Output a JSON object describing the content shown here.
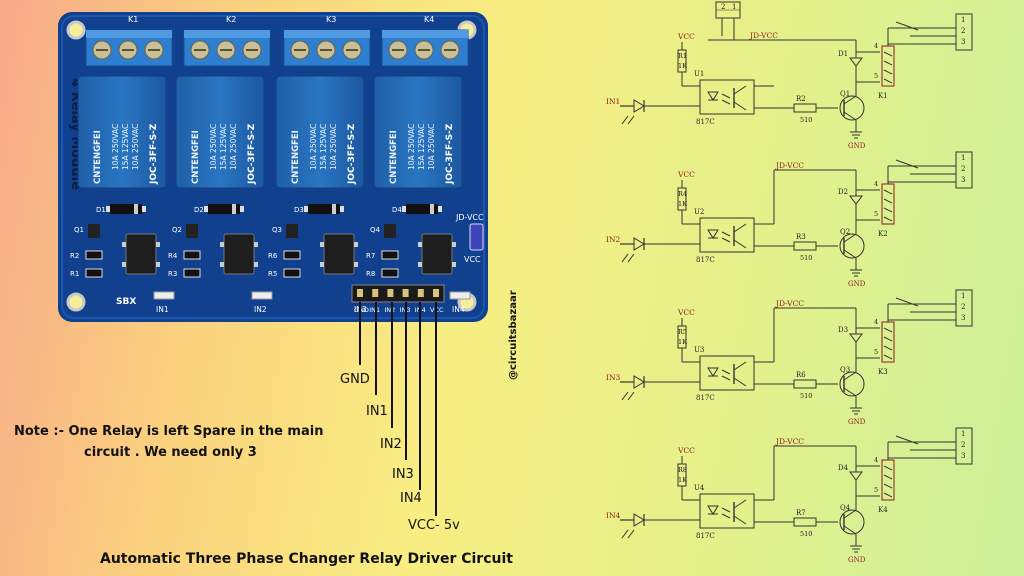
{
  "title": "Automatic Three Phase Changer Relay Driver Circuit",
  "note_line1": "Note :- One Relay is left Spare in the main",
  "note_line2": "circuit . We need only 3",
  "watermark": "@circuitsbazaar",
  "wire_labels": [
    "GND",
    "IN1",
    "IN2",
    "IN3",
    "IN4",
    "VCC- 5v"
  ],
  "module": {
    "side_label": "4 Relay Module",
    "relay_brand": "CNTENGFEI",
    "relay_spec1": "10A 250VAC",
    "relay_spec2": "15A 125VAC",
    "relay_spec3": "10A 250VAC",
    "relay_model": "JOC-3FF-S-Z",
    "relays": [
      "K1",
      "K2",
      "K3",
      "K4"
    ],
    "diodes": [
      "D1",
      "D2",
      "D3",
      "D4"
    ],
    "transistors": [
      "Q1",
      "Q2",
      "Q3",
      "Q4"
    ],
    "resistors": [
      "R2",
      "R1",
      "R4",
      "R3",
      "R6",
      "R5",
      "R7",
      "R8"
    ],
    "leds": [
      "IN1",
      "IN2",
      "IN3",
      "IN4"
    ],
    "sbx": "SBX",
    "jumper_top": "JD-VCC",
    "jumper_bottom": "VCC",
    "header_pins": [
      "GND",
      "IN1",
      "IN2",
      "IN3",
      "IN4",
      "VCC"
    ]
  },
  "schematic": {
    "common": {
      "vcc": "VCC",
      "jdvcc": "JD-VCC",
      "opto": "817C",
      "base_res": "510",
      "gnd": "GND",
      "r1k": "1K",
      "pin4": "4",
      "pin5": "5",
      "out": [
        "1",
        "2",
        "3"
      ],
      "connector": [
        "2",
        "1"
      ]
    },
    "channels": [
      {
        "in": "IN1",
        "r_led": "R1",
        "opto": "U1",
        "r_base": "R2",
        "q": "Q1",
        "d": "D1",
        "k": "K1"
      },
      {
        "in": "IN2",
        "r_led": "R4",
        "opto": "U2",
        "r_base": "R3",
        "q": "Q2",
        "d": "D2",
        "k": "K2"
      },
      {
        "in": "IN3",
        "r_led": "R5",
        "opto": "U3",
        "r_base": "R6",
        "q": "Q3",
        "d": "D3",
        "k": "K3"
      },
      {
        "in": "IN4",
        "r_led": "R8",
        "opto": "U4",
        "r_base": "R7",
        "q": "Q4",
        "d": "D4",
        "k": "K4"
      }
    ]
  }
}
